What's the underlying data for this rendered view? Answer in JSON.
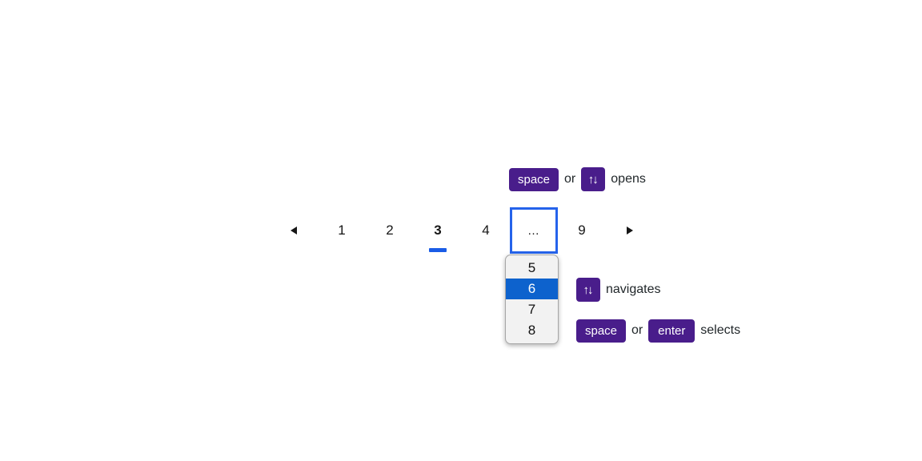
{
  "help_open": {
    "key_space": "space",
    "or_label": "or",
    "action_label": "opens"
  },
  "pagination": {
    "pages": [
      {
        "label": "1",
        "current": false
      },
      {
        "label": "2",
        "current": false
      },
      {
        "label": "3",
        "current": true
      },
      {
        "label": "4",
        "current": false
      }
    ],
    "overflow_label": "…",
    "last_page": "9"
  },
  "overflow_dropdown": {
    "items": [
      {
        "label": "5",
        "selected": false
      },
      {
        "label": "6",
        "selected": true
      },
      {
        "label": "7",
        "selected": false
      },
      {
        "label": "8",
        "selected": false
      }
    ]
  },
  "help_navigate": {
    "action_label": "navigates"
  },
  "help_select": {
    "key_space": "space",
    "or_label": "or",
    "key_enter": "enter",
    "action_label": "selects"
  },
  "icons": {
    "arrows_glyph": "↑↓"
  },
  "colors": {
    "key_badge_bg": "#491d8b",
    "key_badge_text": "#ffffff",
    "focus_border_blue": "#2563eb",
    "current_page_underline": "#1a5ce6",
    "dropdown_selected_bg": "#0d62cd",
    "dropdown_bg": "#f2f2f2",
    "text": "#21272a"
  }
}
